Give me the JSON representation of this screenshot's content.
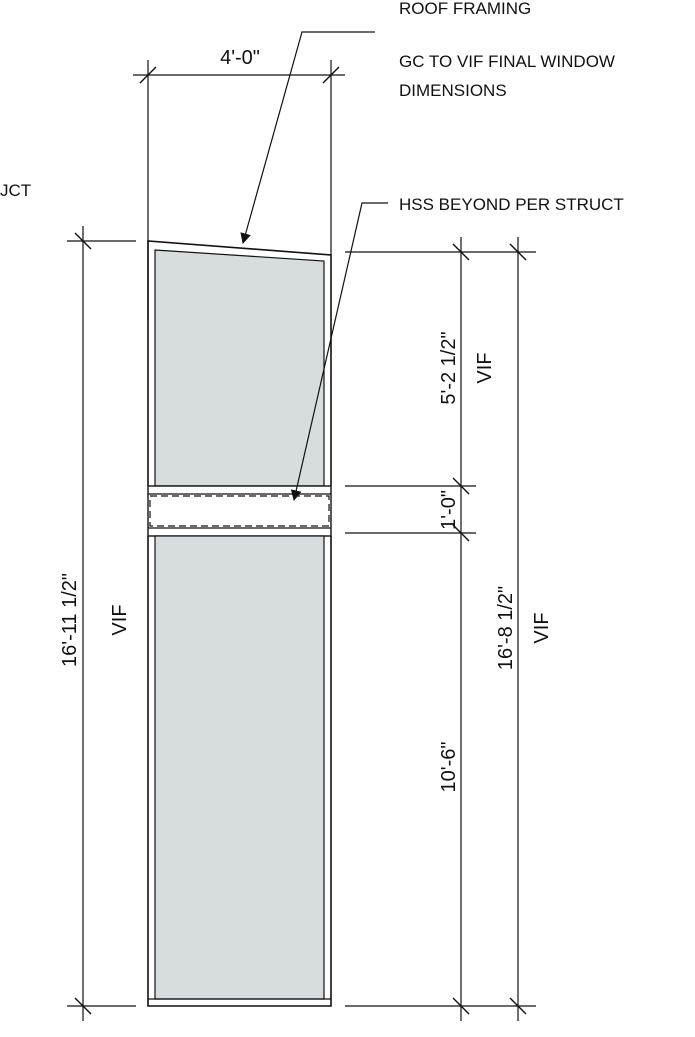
{
  "notes": {
    "roof_framing": "ROOF FRAMING",
    "gc_vif_line1": "GC TO VIF FINAL WINDOW",
    "gc_vif_line2": "DIMENSIONS",
    "hss_beyond": "HSS BEYOND PER STRUCT",
    "left_fragment": "JCT"
  },
  "dimensions": {
    "width_top": "4'-0\"",
    "upper_panel": "5'-2 1/2\"",
    "upper_vif": "VIF",
    "hss_height": "1'-0\"",
    "lower_panel": "10'-6\"",
    "overall_right": "16'-8 1/2\"",
    "overall_right_vif": "VIF",
    "overall_left": "16'-11 1/2\"",
    "overall_left_vif": "VIF"
  },
  "colors": {
    "glass": "#d7dcdf",
    "line": "#111111"
  }
}
